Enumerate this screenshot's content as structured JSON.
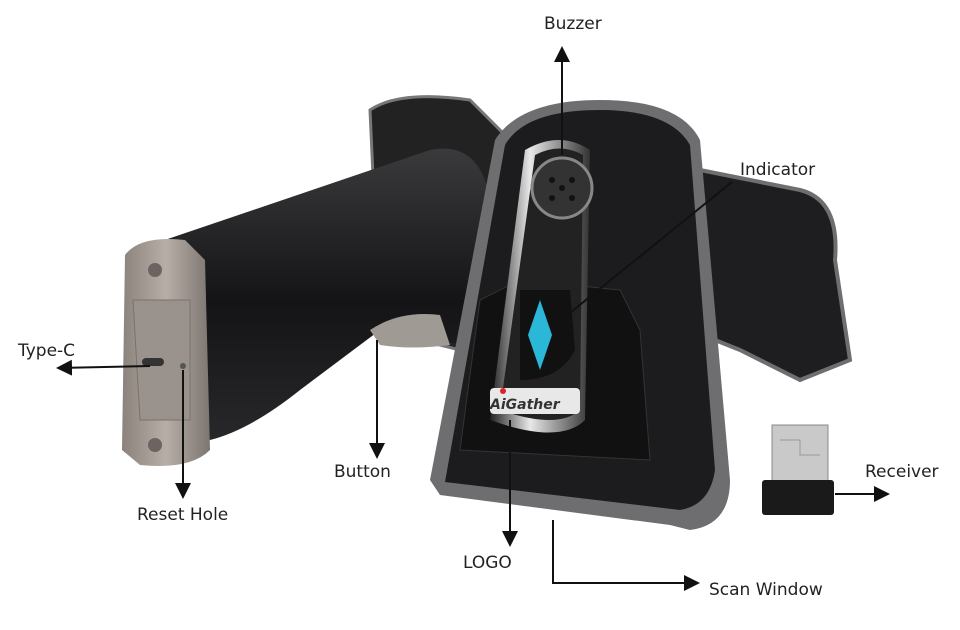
{
  "product": {
    "logo_text": "AiGather",
    "colors": {
      "body": "#1c1c1e",
      "trim": "#6e6e70",
      "cap": "#9a928c",
      "indicator": "#2ab7d8",
      "logo_dot": "#d7262b"
    }
  },
  "labels": {
    "buzzer": "Buzzer",
    "indicator": "Indicator",
    "type_c": "Type-C",
    "reset_hole": "Reset Hole",
    "button": "Button",
    "logo": "LOGO",
    "receiver": "Receiver",
    "scan_window": "Scan Window"
  }
}
